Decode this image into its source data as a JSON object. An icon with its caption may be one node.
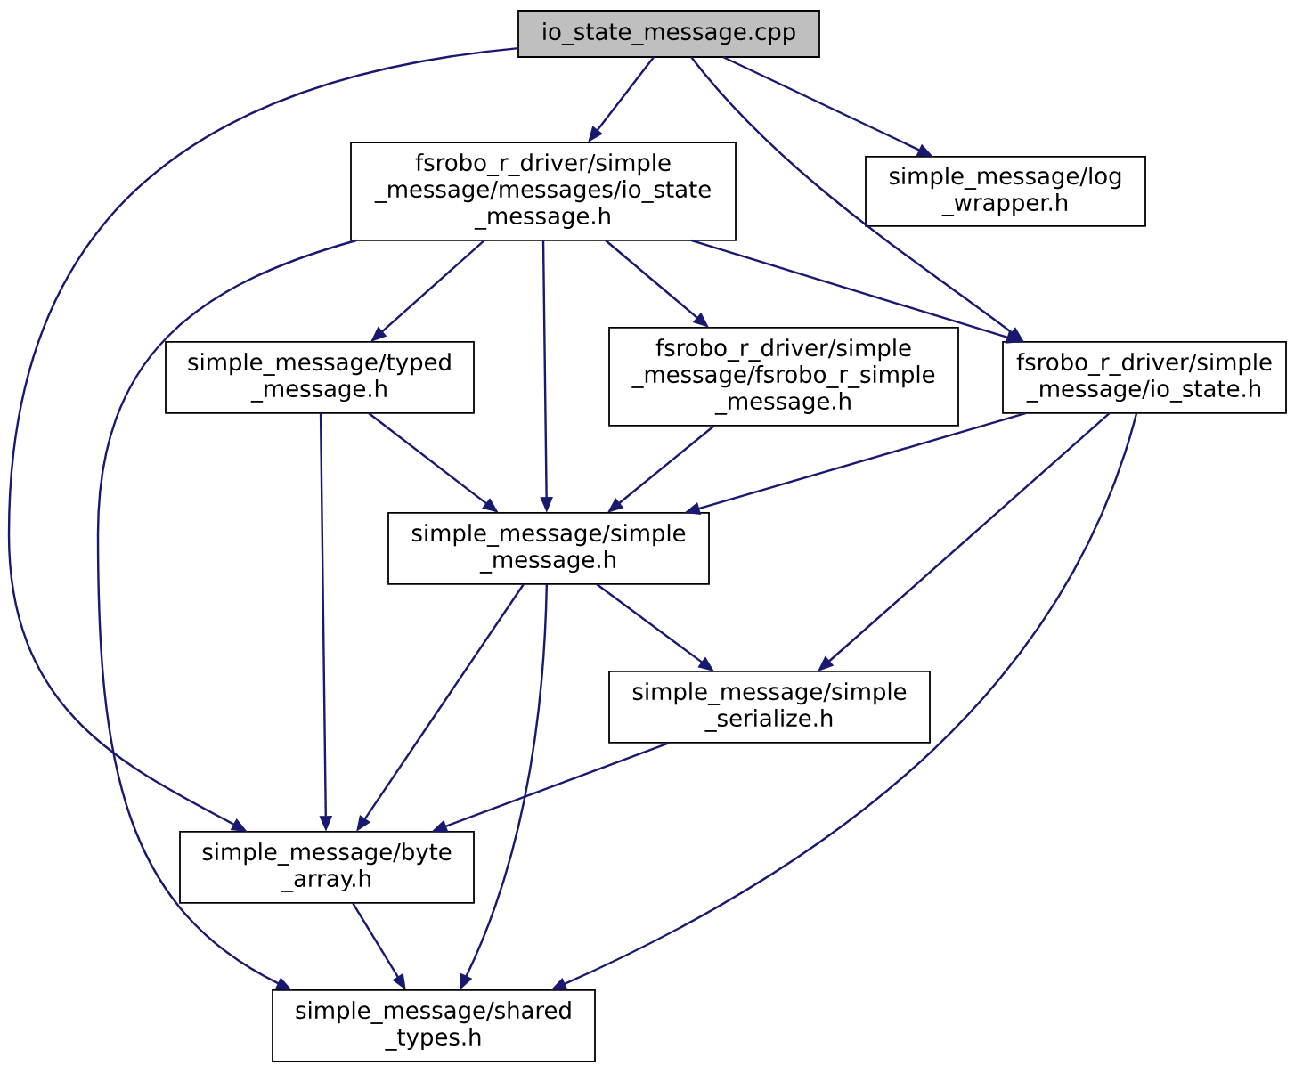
{
  "diagram": {
    "nodes": [
      {
        "text": [
          "io_state_message.cpp"
        ]
      },
      {
        "text": [
          "fsrobo_r_driver/simple _message/messages/io_state _message.h"
        ]
      },
      {
        "text": [
          "simple_message/log _wrapper.h"
        ]
      },
      {
        "text": [
          "simple_message/typed _message.h"
        ]
      },
      {
        "text": [
          "fsrobo_r_driver/simple _message/fsrobo_r_simple _message.h"
        ]
      },
      {
        "text": [
          "fsrobo_r_driver/simple _message/io_state.h"
        ]
      },
      {
        "text": [
          "simple_message/simple _message.h"
        ]
      },
      {
        "text": [
          "simple_message/simple _serialize.h"
        ]
      },
      {
        "text": [
          "simple_message/byte _array.h"
        ]
      },
      {
        "text": [
          "simple_message/shared _types.h"
        ]
      }
    ],
    "edges": [
      {
        "from": 0,
        "to": 1,
        "arrow": "to"
      },
      {
        "from": 0,
        "to": 2,
        "arrow": "to"
      },
      {
        "from": 0,
        "to": 5,
        "arrow": "to"
      },
      {
        "from": 0,
        "to": 8,
        "arrow": "to"
      },
      {
        "from": 1,
        "to": 3,
        "arrow": "to"
      },
      {
        "from": 1,
        "to": 4,
        "arrow": "to"
      },
      {
        "from": 1,
        "to": 5,
        "arrow": "to"
      },
      {
        "from": 1,
        "to": 6,
        "arrow": "to"
      },
      {
        "from": 1,
        "to": 9,
        "arrow": "to"
      },
      {
        "from": 3,
        "to": 6,
        "arrow": "to"
      },
      {
        "from": 3,
        "to": 8,
        "arrow": "to"
      },
      {
        "from": 4,
        "to": 6,
        "arrow": "to"
      },
      {
        "from": 5,
        "to": 6,
        "arrow": "to"
      },
      {
        "from": 5,
        "to": 7,
        "arrow": "to"
      },
      {
        "from": 5,
        "to": 9,
        "arrow": "to"
      },
      {
        "from": 6,
        "to": 7,
        "arrow": "to"
      },
      {
        "from": 6,
        "to": 8,
        "arrow": "to"
      },
      {
        "from": 6,
        "to": 9,
        "arrow": "to"
      },
      {
        "from": 7,
        "to": 8,
        "arrow": "to"
      },
      {
        "from": 8,
        "to": 9,
        "arrow": "to"
      }
    ]
  }
}
